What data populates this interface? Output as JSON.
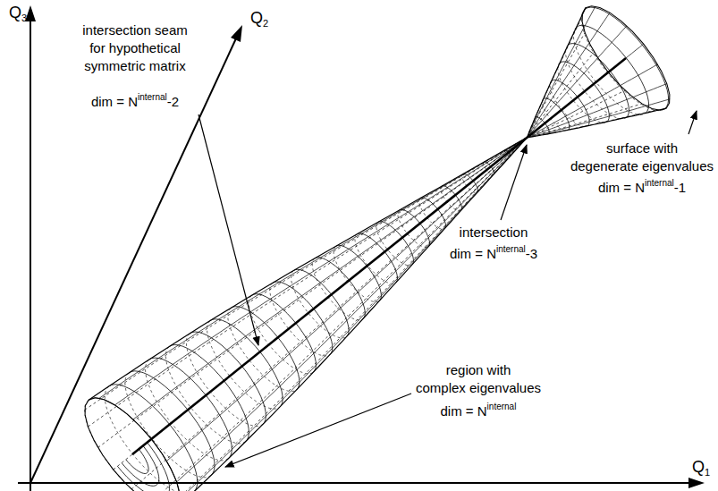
{
  "diagram": {
    "labels": [
      "Q",
      "3",
      "Q",
      "2",
      "Q",
      "1",
      "intersection seam for hypothetical symmetric matrix",
      "dim = N",
      "internal",
      "-2",
      "surface with degenerate eigenvalues",
      "dim = N",
      "internal",
      "-1",
      "intersection",
      "dim = N",
      "internal",
      "-3",
      "region with complex eigenvalues",
      "dim = N",
      "internal"
    ]
  }
}
